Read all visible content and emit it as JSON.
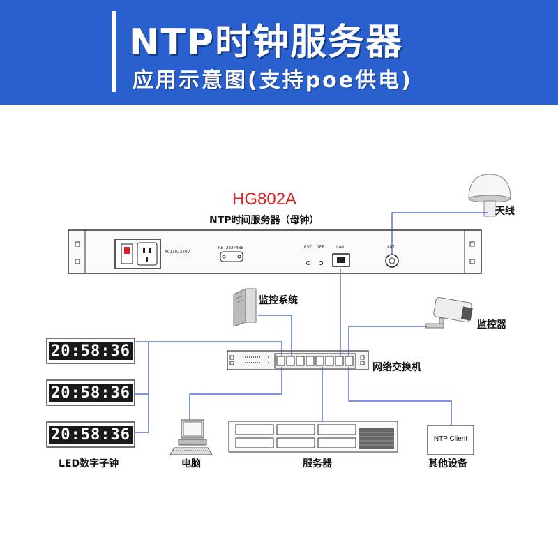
{
  "header": {
    "title": "NTP时钟服务器",
    "subtitle": "应用示意图(支持poe供电)"
  },
  "device": {
    "model": "HG802A",
    "name": "NTP时间服务器（母钟）",
    "power_label": "AC110/220V",
    "serial_label": "RS-232/485",
    "rst_label": "RST",
    "def_label": "DEF",
    "lan_label": "LAN",
    "ant_label": "ANT"
  },
  "labels": {
    "antenna": "天线",
    "monitoring_system": "监控系统",
    "camera": "监控器",
    "switch": "网络交换机",
    "led_clock": "LED数字子钟",
    "computer": "电脑",
    "server": "服务器",
    "other_device": "其他设备",
    "ntp_client": "NTP Client"
  },
  "led_clocks": [
    {
      "time": "20:58:36"
    },
    {
      "time": "20:58:36"
    },
    {
      "time": "20:58:36"
    }
  ],
  "colors": {
    "banner": "#2a5fce",
    "model_text": "#e02020",
    "line": "#3355cc",
    "led_bg": "#1a1a1a"
  }
}
